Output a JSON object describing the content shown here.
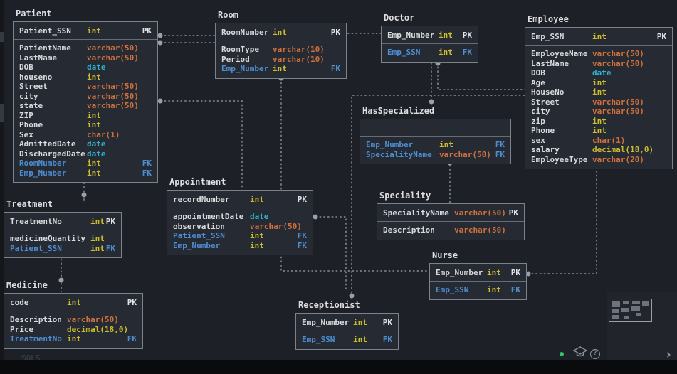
{
  "app": {
    "statusbar": {
      "left_text": "SQLS",
      "icons": [
        "green-status-dot",
        "graduation-cap-icon",
        "help-icon",
        "chevron-right-icon"
      ],
      "help_glyph": "?",
      "chevron_glyph": "›"
    }
  },
  "colors": {
    "canvas_bg": "#1d2127",
    "table_bg": "#262b33",
    "table_border": "#7a828c",
    "type_int_yellow": "#cdbd2e",
    "type_varchar_orange": "#d0703c",
    "type_date_cyan": "#2fb4cf",
    "fk_blue": "#4e8ed3",
    "pk_white": "#e2e3e5",
    "connector_gray": "#858d96",
    "status_green": "#35c06d"
  },
  "tables": [
    {
      "name": "Patient",
      "pk_rows": [
        {
          "name": "Patient_SSN",
          "type": "int",
          "key": "PK"
        }
      ],
      "rows": [
        {
          "name": "PatientName",
          "type": "varchar(50)",
          "key": ""
        },
        {
          "name": "LastName",
          "type": "varchar(50)",
          "key": ""
        },
        {
          "name": "DOB",
          "type": "date",
          "key": ""
        },
        {
          "name": "houseno",
          "type": "int",
          "key": ""
        },
        {
          "name": "Street",
          "type": "varchar(50)",
          "key": ""
        },
        {
          "name": "city",
          "type": "varchar(50)",
          "key": ""
        },
        {
          "name": "state",
          "type": "varchar(50)",
          "key": ""
        },
        {
          "name": "ZIP",
          "type": "int",
          "key": ""
        },
        {
          "name": "Phone",
          "type": "int",
          "key": ""
        },
        {
          "name": "Sex",
          "type": "char(1)",
          "key": ""
        },
        {
          "name": "AdmittedDate",
          "type": "date",
          "key": ""
        },
        {
          "name": "DischargedDate",
          "type": "date",
          "key": ""
        },
        {
          "name": "RoomNumber",
          "type": "int",
          "key": "FK",
          "fk": true
        },
        {
          "name": "Emp_Number",
          "type": "int",
          "key": "FK",
          "fk": true
        }
      ]
    },
    {
      "name": "Room",
      "pk_rows": [
        {
          "name": "RoomNumber",
          "type": "int",
          "key": "PK"
        }
      ],
      "rows": [
        {
          "name": "RoomType",
          "type": "varchar(10)",
          "key": ""
        },
        {
          "name": "Period",
          "type": "varchar(10)",
          "key": ""
        },
        {
          "name": "Emp_Number",
          "type": "int",
          "key": "FK",
          "fk": true
        }
      ]
    },
    {
      "name": "Doctor",
      "pk_rows": [
        {
          "name": "Emp_Number",
          "type": "int",
          "key": "PK"
        }
      ],
      "rows": [
        {
          "name": "Emp_SSN",
          "type": "int",
          "key": "FK",
          "fk": true
        }
      ]
    },
    {
      "name": "Employee",
      "pk_rows": [
        {
          "name": "Emp_SSN",
          "type": "int",
          "key": "PK"
        }
      ],
      "rows": [
        {
          "name": "EmployeeName",
          "type": "varchar(50)",
          "key": ""
        },
        {
          "name": "LastName",
          "type": "varchar(50)",
          "key": ""
        },
        {
          "name": "DOB",
          "type": "date",
          "key": ""
        },
        {
          "name": "Age",
          "type": "int",
          "key": ""
        },
        {
          "name": "HouseNo",
          "type": "int",
          "key": ""
        },
        {
          "name": "Street",
          "type": "varchar(50)",
          "key": ""
        },
        {
          "name": "city",
          "type": "varchar(50)",
          "key": ""
        },
        {
          "name": "zip",
          "type": "int",
          "key": ""
        },
        {
          "name": "Phone",
          "type": "int",
          "key": ""
        },
        {
          "name": "sex",
          "type": "char(1)",
          "key": ""
        },
        {
          "name": "salary",
          "type": "decimal(18,0)",
          "key": ""
        },
        {
          "name": "EmployeeType",
          "type": "varchar(20)",
          "key": ""
        }
      ]
    },
    {
      "name": "HasSpecialized",
      "pk_rows": [],
      "rows": [
        {
          "name": "Emp_Number",
          "type": "int",
          "key": "FK",
          "fk": true
        },
        {
          "name": "SpecialityName",
          "type": "varchar(50)",
          "key": "FK",
          "fk": true
        }
      ]
    },
    {
      "name": "Treatment",
      "pk_rows": [
        {
          "name": "TreatmentNo",
          "type": "int",
          "key": "PK"
        }
      ],
      "rows": [
        {
          "name": "medicineQuantity",
          "type": "int",
          "key": ""
        },
        {
          "name": "Patient_SSN",
          "type": "int",
          "key": "FK",
          "fk": true
        }
      ]
    },
    {
      "name": "Appointment",
      "pk_rows": [
        {
          "name": "recordNumber",
          "type": "int",
          "key": "PK"
        }
      ],
      "rows": [
        {
          "name": "appointmentDate",
          "type": "date",
          "key": ""
        },
        {
          "name": "observation",
          "type": "varchar(50)",
          "key": ""
        },
        {
          "name": "Patient_SSN",
          "type": "int",
          "key": "FK",
          "fk": true
        },
        {
          "name": "Emp_Number",
          "type": "int",
          "key": "FK",
          "fk": true
        }
      ]
    },
    {
      "name": "Speciality",
      "pk_rows": [
        {
          "name": "SpecialityName",
          "type": "varchar(50)",
          "key": "PK"
        }
      ],
      "rows": [
        {
          "name": "Description",
          "type": "varchar(50)",
          "key": ""
        }
      ]
    },
    {
      "name": "Nurse",
      "pk_rows": [
        {
          "name": "Emp_Number",
          "type": "int",
          "key": "PK"
        }
      ],
      "rows": [
        {
          "name": "Emp_SSN",
          "type": "int",
          "key": "FK",
          "fk": true
        }
      ]
    },
    {
      "name": "Medicine",
      "pk_rows": [
        {
          "name": "code",
          "type": "int",
          "key": "PK"
        }
      ],
      "rows": [
        {
          "name": "Description",
          "type": "varchar(50)",
          "key": ""
        },
        {
          "name": "Price",
          "type": "decimal(18,0)",
          "key": ""
        },
        {
          "name": "TreatmentNo",
          "type": "int",
          "key": "FK",
          "fk": true
        }
      ]
    },
    {
      "name": "Receptionist",
      "pk_rows": [
        {
          "name": "Emp_Number",
          "type": "int",
          "key": "PK"
        }
      ],
      "rows": [
        {
          "name": "Emp_SSN",
          "type": "int",
          "key": "FK",
          "fk": true
        }
      ]
    }
  ]
}
